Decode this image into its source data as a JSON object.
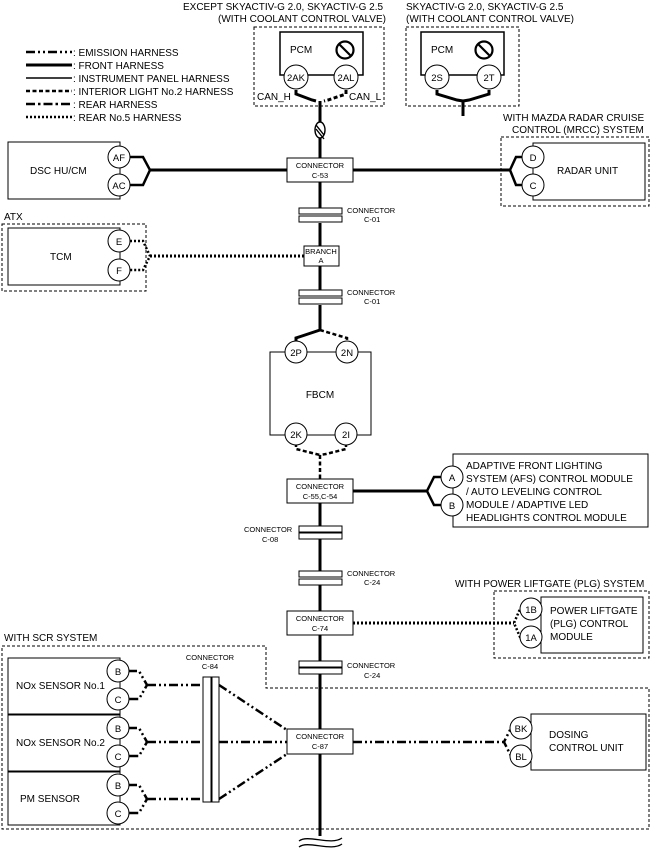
{
  "headers": {
    "pcm_left": [
      "EXCEPT SKYACTIV-G 2.0, SKYACTIV-G 2.5",
      "(WITH COOLANT CONTROL VALVE)"
    ],
    "pcm_right": [
      "SKYACTIV-G 2.0, SKYACTIV-G 2.5",
      "(WITH COOLANT CONTROL VALVE)"
    ],
    "mrcc": [
      "WITH MAZDA RADAR CRUISE",
      "CONTROL (MRCC) SYSTEM"
    ],
    "atx": "ATX",
    "plg": "WITH POWER LIFTGATE (PLG) SYSTEM",
    "scr": "WITH SCR SYSTEM"
  },
  "legend": [
    {
      "style": "emission",
      "label": ": EMISSION HARNESS"
    },
    {
      "style": "front",
      "label": ": FRONT HARNESS"
    },
    {
      "style": "instrument",
      "label": ": INSTRUMENT PANEL HARNESS"
    },
    {
      "style": "interior",
      "label": ": INTERIOR LIGHT No.2 HARNESS"
    },
    {
      "style": "rear",
      "label": ": REAR HARNESS"
    },
    {
      "style": "rear5",
      "label": ": REAR No.5 HARNESS"
    }
  ],
  "modules": {
    "pcm_left": {
      "name": "PCM",
      "pins": [
        "2AK",
        "2AL"
      ],
      "signals": [
        "CAN_H",
        "CAN_L"
      ]
    },
    "pcm_right": {
      "name": "PCM",
      "pins": [
        "2S",
        "2T"
      ]
    },
    "dsc": {
      "name": "DSC HU/CM",
      "pins": [
        "AF",
        "AC"
      ]
    },
    "radar": {
      "name": "RADAR UNIT",
      "pins": [
        "D",
        "C"
      ]
    },
    "tcm": {
      "name": "TCM",
      "pins": [
        "E",
        "F"
      ]
    },
    "fbcm": {
      "name": "FBCM",
      "pins": [
        "2P",
        "2N",
        "2K",
        "2I"
      ]
    },
    "afs": {
      "lines": [
        "ADAPTIVE FRONT LIGHTING",
        "SYSTEM (AFS) CONTROL MODULE",
        "/ AUTO LEVELING CONTROL",
        "MODULE / ADAPTIVE LED",
        "HEADLIGHTS CONTROL MODULE"
      ],
      "pins": [
        "A",
        "B"
      ]
    },
    "plg": {
      "lines": [
        "POWER LIFTGATE",
        "(PLG) CONTROL",
        "MODULE"
      ],
      "pins": [
        "1B",
        "1A"
      ]
    },
    "nox1": {
      "name": "NOx SENSOR No.1",
      "pins": [
        "B",
        "C"
      ]
    },
    "nox2": {
      "name": "NOx SENSOR No.2",
      "pins": [
        "B",
        "C"
      ]
    },
    "pm": {
      "name": "PM SENSOR",
      "pins": [
        "B",
        "C"
      ]
    },
    "dosing": {
      "lines": [
        "DOSING",
        "CONTROL UNIT"
      ],
      "pins": [
        "BK",
        "BL"
      ]
    }
  },
  "connectors": {
    "c53": [
      "CONNECTOR",
      "C-53"
    ],
    "c01a": [
      "CONNECTOR",
      "C-01"
    ],
    "branch": [
      "BRANCH",
      "A"
    ],
    "c01b": [
      "CONNECTOR",
      "C-01"
    ],
    "c55": [
      "CONNECTOR",
      "C-55,C-54"
    ],
    "c08": [
      "CONNECTOR",
      "C-08"
    ],
    "c24a": [
      "CONNECTOR",
      "C-24"
    ],
    "c74": [
      "CONNECTOR",
      "C-74"
    ],
    "c24b": [
      "CONNECTOR",
      "C-24"
    ],
    "c84": [
      "CONNECTOR",
      "C-84"
    ],
    "c87": [
      "CONNECTOR",
      "C-87"
    ]
  }
}
